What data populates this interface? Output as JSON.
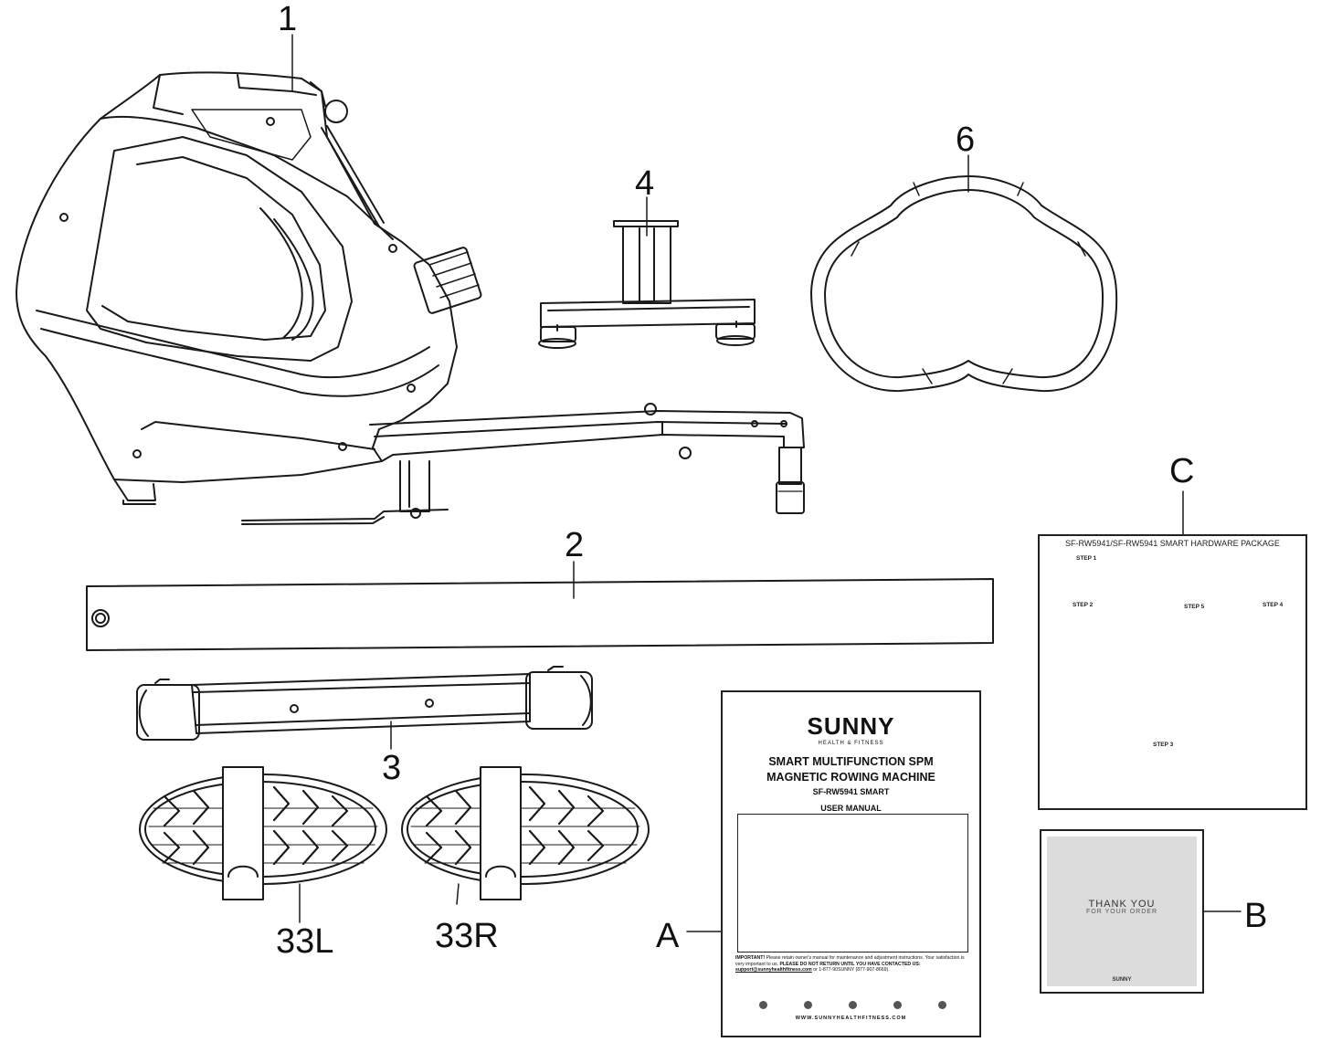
{
  "callouts": {
    "c1": "1",
    "c2": "2",
    "c3": "3",
    "c4": "4",
    "c6": "6",
    "c33L": "33L",
    "c33R": "33R",
    "cA": "A",
    "cB": "B",
    "cC": "C"
  },
  "manual": {
    "brand": "SUNNY",
    "tagline": "HEALTH & FITNESS",
    "title_line1": "SMART MULTIFUNCTION SPM",
    "title_line2": "MAGNETIC ROWING MACHINE",
    "model": "SF-RW5941 SMART",
    "doc_type": "USER MANUAL",
    "important_label": "IMPORTANT!",
    "important_text": "Please retain owner's manual for maintenance and adjustment instructions. Your satisfaction is very important to us.",
    "return_text": "PLEASE DO NOT RETURN UNTIL YOU HAVE CONTACTED US:",
    "email": "support@sunnyhealthfitness.com",
    "phone": "or 1-877-90SUNNY (877-907-8669).",
    "website": "WWW.SUNNYHEALTHFITNESS.COM"
  },
  "card": {
    "thank_you": "THANK YOU",
    "for_order": "FOR YOUR ORDER",
    "logo": "SUNNY"
  },
  "hardware": {
    "title": "SF-RW5941/SF-RW5941 SMART HARDWARE PACKAGE",
    "step1": "STEP 1",
    "step2": "STEP 2",
    "step3": "STEP 3",
    "step4": "STEP 4",
    "step5": "STEP 5"
  }
}
